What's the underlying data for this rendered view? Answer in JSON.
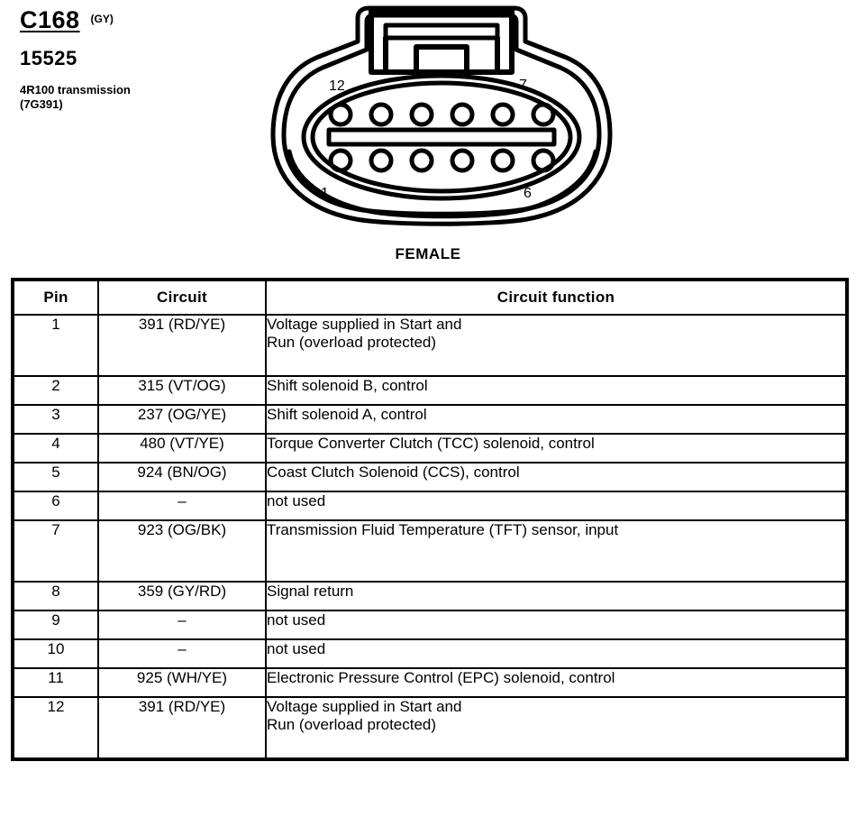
{
  "header": {
    "connector_id": "C168",
    "connector_color": "(GY)",
    "part_number": "15525",
    "description_line1": "4R100 transmission",
    "description_line2": "(7G391)"
  },
  "connector": {
    "gender_label": "FEMALE",
    "corner_labels": {
      "top_left": "12",
      "top_right": "7",
      "bottom_left": "1",
      "bottom_right": "6"
    },
    "cavity_count": 12,
    "rows": 2,
    "columns": 6
  },
  "table": {
    "headers": {
      "pin": "Pin",
      "circuit": "Circuit",
      "function": "Circuit function"
    },
    "rows": [
      {
        "pin": "1",
        "circuit": "391 (RD/YE)",
        "function_line1": "Voltage supplied in Start and",
        "function_line2": "Run (overload protected)",
        "tall": true
      },
      {
        "pin": "2",
        "circuit": "315 (VT/OG)",
        "function_line1": "Shift solenoid B, control",
        "function_line2": "",
        "tall": false
      },
      {
        "pin": "3",
        "circuit": "237 (OG/YE)",
        "function_line1": "Shift solenoid A, control",
        "function_line2": "",
        "tall": false
      },
      {
        "pin": "4",
        "circuit": "480 (VT/YE)",
        "function_line1": "Torque Converter Clutch (TCC) solenoid, control",
        "function_line2": "",
        "tall": false
      },
      {
        "pin": "5",
        "circuit": "924 (BN/OG)",
        "function_line1": "Coast Clutch Solenoid (CCS), control",
        "function_line2": "",
        "tall": false
      },
      {
        "pin": "6",
        "circuit": "–",
        "function_line1": "not used",
        "function_line2": "",
        "tall": false
      },
      {
        "pin": "7",
        "circuit": "923 (OG/BK)",
        "function_line1": "Transmission Fluid Temperature (TFT) sensor, input",
        "function_line2": "",
        "tall": true
      },
      {
        "pin": "8",
        "circuit": "359 (GY/RD)",
        "function_line1": "Signal return",
        "function_line2": "",
        "tall": false
      },
      {
        "pin": "9",
        "circuit": "–",
        "function_line1": "not used",
        "function_line2": "",
        "tall": false
      },
      {
        "pin": "10",
        "circuit": "–",
        "function_line1": "not used",
        "function_line2": "",
        "tall": false
      },
      {
        "pin": "11",
        "circuit": "925 (WH/YE)",
        "function_line1": "Electronic Pressure Control (EPC) solenoid, control",
        "function_line2": "",
        "tall": false
      },
      {
        "pin": "12",
        "circuit": "391 (RD/YE)",
        "function_line1": "Voltage supplied in Start and",
        "function_line2": "Run (overload protected)",
        "tall": true
      }
    ]
  },
  "colors": {
    "ink": "#000000",
    "paper": "#ffffff"
  }
}
